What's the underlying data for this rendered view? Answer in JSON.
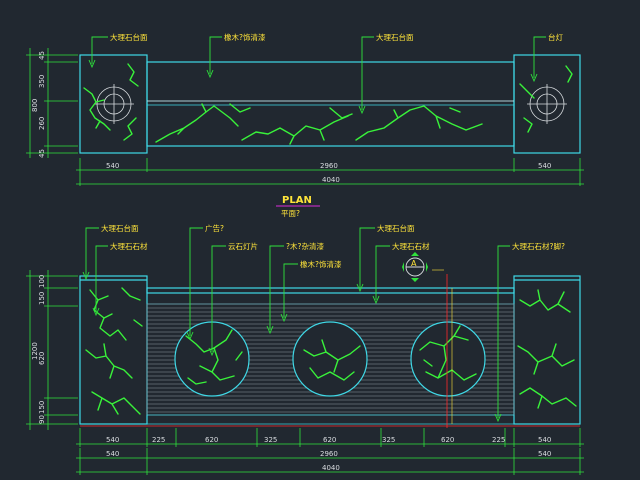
{
  "colors": {
    "background": "#212830",
    "outline": "#3fd8e6",
    "dimension": "#2fe23c",
    "label": "#ffe43a",
    "marble_veins": "#39f23a",
    "section_mark": "#ff2a2a"
  },
  "plan": {
    "labels": {
      "marble_top_left": "大理石台面",
      "wood_veneer": "橡木?饰清漆",
      "marble_top_mid": "大理石台面",
      "desk_lamp": "台灯"
    },
    "vertical_dims": [
      "45",
      "350",
      "260",
      "45"
    ],
    "vertical_total": "800",
    "horizontal_dims": [
      "540",
      "2960",
      "540"
    ],
    "horizontal_total": "4040",
    "title": "PLAN",
    "subtitle": "平面?"
  },
  "elevation": {
    "labels": {
      "marble_top_left": "大理石台面",
      "marble_material": "大理石石材",
      "ad": "广告?",
      "cloud_stone_lightbox": "云石灯片",
      "wood_lacquer": "?木?杂清漆",
      "oak_veneer": "橡木?饰清漆",
      "marble_top_mid": "大理石台面",
      "marble_material_mid": "大理石石材",
      "marble_skirting": "大理石石材?脚?"
    },
    "section_mark": "A",
    "vertical_dims": [
      "100",
      "150",
      "620",
      "150",
      "90"
    ],
    "vertical_total": "1200",
    "horizontal_dims_row1": [
      "540",
      "225",
      "620",
      "325",
      "620",
      "325",
      "620",
      "225",
      "540"
    ],
    "horizontal_dims_row2": [
      "540",
      "2960",
      "540"
    ],
    "horizontal_total": "4040"
  }
}
